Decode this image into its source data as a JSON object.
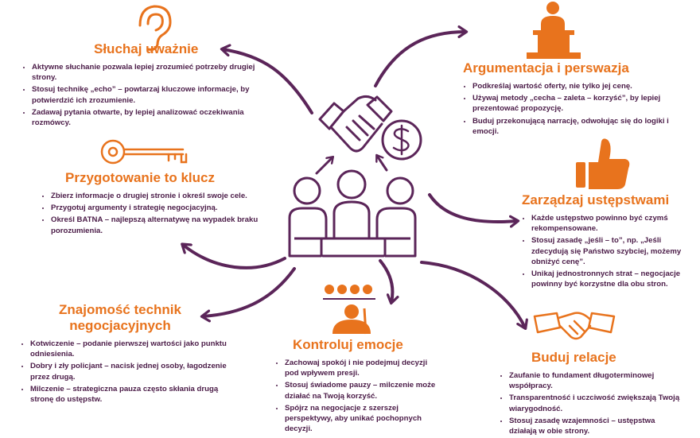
{
  "colors": {
    "orange": "#e8731d",
    "purple": "#5b2559",
    "text": "#4a1b47"
  },
  "icons": {
    "ear": "ear-icon",
    "speaker": "speaker-podium-icon",
    "key": "key-icon",
    "thumb": "thumbs-up-icon",
    "emotions": "emotions-icon",
    "handshake": "handshake-icon",
    "center": "meeting-table-icon",
    "center_deal": "handshake-dollar-icon"
  },
  "sections": {
    "listen": {
      "title": "Słuchaj uważnie",
      "items": [
        "Aktywne słuchanie pozwala lepiej zrozumieć potrzeby drugiej strony.",
        "Stosuj technikę „echo” – powtarzaj kluczowe informacje, by potwierdzić ich zrozumienie.",
        "Zadawaj pytania otwarte, by lepiej analizować oczekiwania rozmówcy."
      ]
    },
    "argument": {
      "title": "Argumentacja i perswazja",
      "items": [
        "Podkreślaj wartość oferty, nie tylko jej cenę.",
        "Używaj metody „cecha – zaleta – korzyść”, by lepiej prezentować propozycję.",
        "Buduj przekonującą narrację, odwołując się do logiki i emocji."
      ]
    },
    "prep": {
      "title": "Przygotowanie to klucz",
      "items": [
        "Zbierz informacje o drugiej stronie i określ swoje cele.",
        "Przygotuj argumenty i strategię negocjacyjną.",
        "Określ BATNA – najlepszą alternatywę na wypadek braku porozumienia."
      ]
    },
    "concessions": {
      "title": "Zarządzaj ustępstwami",
      "items": [
        "Każde ustępstwo powinno być czymś rekompensowane.",
        "Stosuj zasadę „jeśli – to”, np. „Jeśli zdecydują się Państwo szybciej, możemy obniżyć cenę”.",
        "Unikaj jednostronnych strat – negocjacje powinny być korzystne dla obu stron."
      ]
    },
    "techniques": {
      "title": "Znajomość technik negocjacyjnych",
      "items": [
        "Kotwiczenie – podanie pierwszej wartości jako punktu odniesienia.",
        "Dobry i zły policjant – nacisk jednej osoby, łagodzenie przez drugą.",
        "Milczenie – strategiczna pauza często skłania drugą stronę do ustępstw."
      ]
    },
    "emotions": {
      "title": "Kontroluj emocje",
      "items": [
        "Zachowaj spokój i nie podejmuj decyzji pod wpływem presji.",
        "Stosuj świadome pauzy – milczenie może działać na Twoją korzyść.",
        "Spójrz na negocjacje z szerszej perspektywy, aby unikać pochopnych decyzji."
      ]
    },
    "relations": {
      "title": "Buduj relacje",
      "items": [
        "Zaufanie to fundament długoterminowej współpracy.",
        "Transparentność i uczciwość zwiększają Twoją wiarygodność.",
        "Stosuj zasadę wzajemności – ustępstwa działają w obie strony."
      ]
    }
  }
}
